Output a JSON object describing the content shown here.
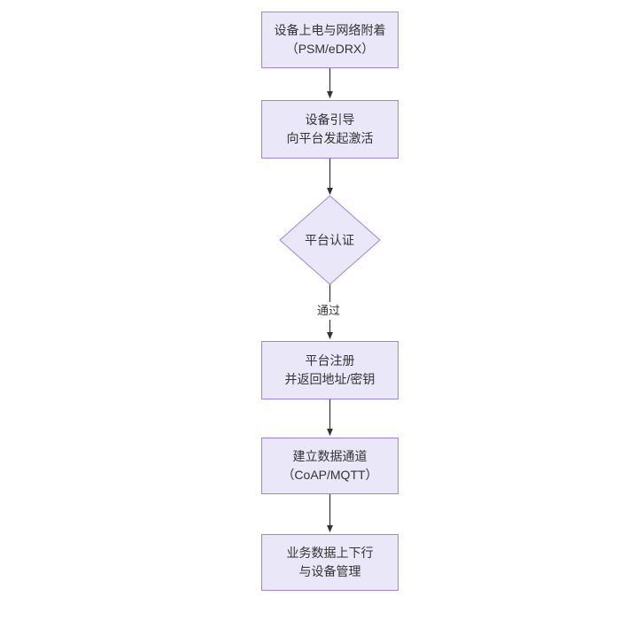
{
  "diagram": {
    "type": "flowchart",
    "orientation": "top-to-bottom",
    "theme": {
      "node_fill": "#eae7f9",
      "node_border": "#a284d6",
      "text_color": "#333333",
      "edge_color": "#333333",
      "background": "#ffffff"
    },
    "nodes": [
      {
        "id": "n1",
        "shape": "rectangle",
        "lines": [
          "设备上电与网络附着",
          "（PSM/eDRX）"
        ]
      },
      {
        "id": "n2",
        "shape": "rectangle",
        "lines": [
          "设备引导",
          "向平台发起激活"
        ]
      },
      {
        "id": "n3",
        "shape": "diamond",
        "lines": [
          "平台认证"
        ]
      },
      {
        "id": "n4",
        "shape": "rectangle",
        "lines": [
          "平台注册",
          "并返回地址/密钥"
        ]
      },
      {
        "id": "n5",
        "shape": "rectangle",
        "lines": [
          "建立数据通道",
          "（CoAP/MQTT）"
        ]
      },
      {
        "id": "n6",
        "shape": "rectangle",
        "lines": [
          "业务数据上下行",
          "与设备管理"
        ]
      }
    ],
    "edges": [
      {
        "from": "n1",
        "to": "n2",
        "label": ""
      },
      {
        "from": "n2",
        "to": "n3",
        "label": ""
      },
      {
        "from": "n3",
        "to": "n4",
        "label": "通过"
      },
      {
        "from": "n4",
        "to": "n5",
        "label": ""
      },
      {
        "from": "n5",
        "to": "n6",
        "label": ""
      }
    ]
  }
}
